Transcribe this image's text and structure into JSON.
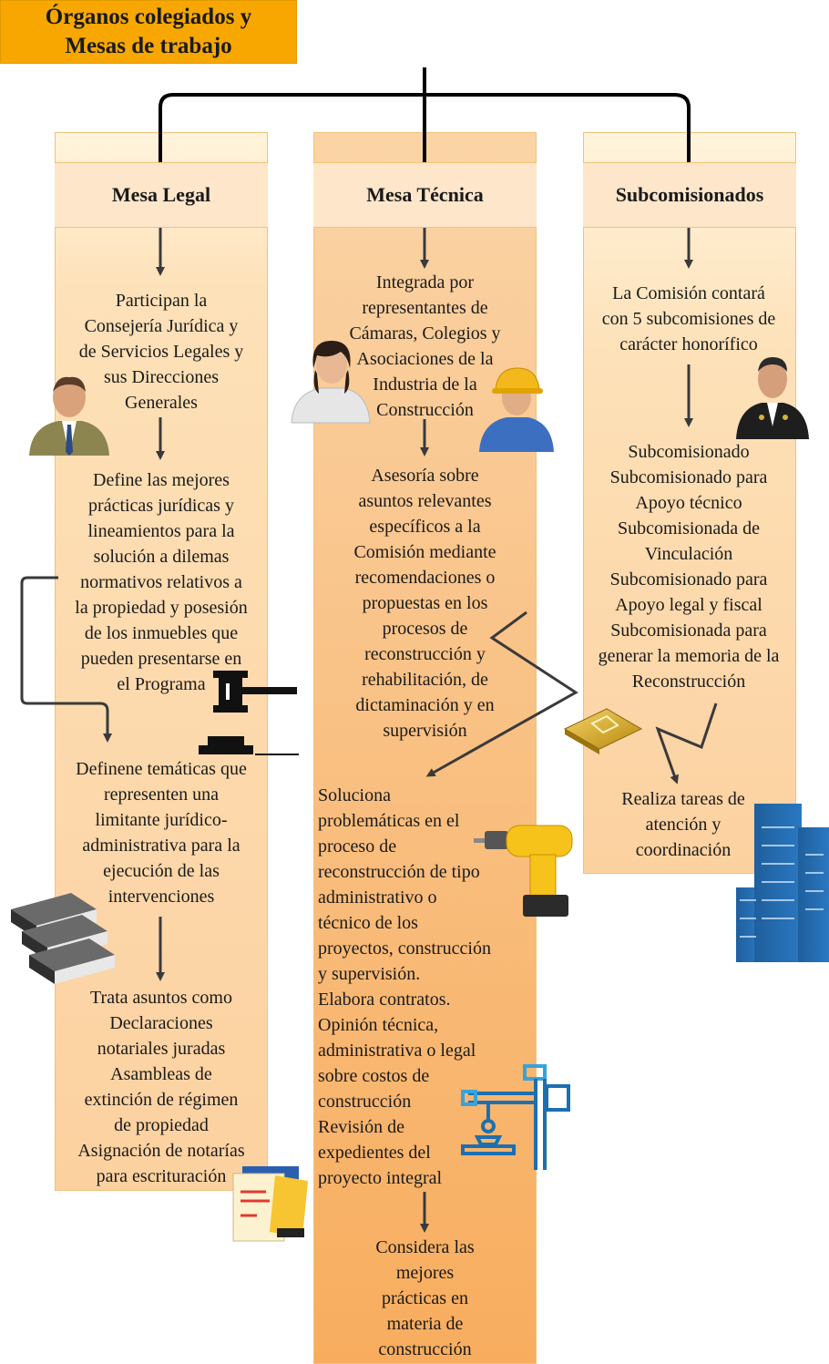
{
  "title": {
    "lines": [
      "Órganos colegiados y",
      "Mesas de trabajo"
    ]
  },
  "columns": {
    "legal": {
      "header": "Mesa Legal",
      "blocks": [
        {
          "lines": [
            "Participan la",
            "Consejería Jurídica y",
            "de Servicios Legales y",
            "sus Direcciones",
            "Generales"
          ]
        },
        {
          "lines": [
            "Define las mejores",
            "prácticas jurídicas y",
            "lineamientos para la",
            "solución a dilemas",
            "normativos relativos a",
            "la propiedad y posesión",
            "de los inmuebles que",
            "pueden presentarse en",
            "el Programa"
          ]
        },
        {
          "lines": [
            "Definene temáticas que",
            "representen una",
            "limitante jurídico-",
            "administrativa para la",
            "ejecución de las",
            "intervenciones"
          ]
        },
        {
          "lines": [
            "Trata asuntos como",
            "Declaraciones",
            "notariales juradas",
            "Asambleas de",
            "extinción de régimen",
            "de propiedad",
            "Asignación de notarías",
            "para escrituración"
          ]
        }
      ]
    },
    "tecnica": {
      "header": "Mesa Técnica",
      "blocks": [
        {
          "lines": [
            "Integrada por",
            "representantes de",
            "Cámaras, Colegios y",
            "Asociaciones de la",
            "Industria de la",
            "Construcción"
          ]
        },
        {
          "lines": [
            "Asesoría sobre",
            "asuntos relevantes",
            "específicos a la",
            "Comisión mediante",
            "recomendaciones o",
            "propuestas en los",
            "procesos de",
            "reconstrucción y",
            "rehabilitación, de",
            "dictaminación y en",
            "supervisión"
          ]
        },
        {
          "lines": [
            "Soluciona",
            "problemáticas en el",
            "proceso de",
            "reconstrucción de tipo",
            "administrativo o",
            "técnico de los",
            "proyectos, construcción",
            "y supervisión.",
            "Elabora contratos.",
            "Opinión técnica,",
            "administrativa o legal",
            "sobre costos de",
            "construcción",
            "Revisión de",
            "expedientes del",
            "proyecto integral"
          ]
        },
        {
          "lines": [
            "Considera las",
            "mejores",
            "prácticas en",
            "materia de",
            "construcción"
          ]
        }
      ]
    },
    "sub": {
      "header": "Subcomisionados",
      "blocks": [
        {
          "lines": [
            "La Comisión contará",
            "con 5 subcomisiones de",
            "carácter honorífico"
          ]
        },
        {
          "lines": [
            "Subcomisionado",
            "Subcomisionado para",
            "Apoyo técnico",
            "Subcomisionada de",
            "Vinculación",
            "Subcomisionado para",
            "Apoyo legal y fiscal",
            "Subcomisionada para",
            "generar la memoria de la",
            "Reconstrucción"
          ]
        },
        {
          "lines": [
            "Realiza tareas de",
            "atención y",
            "coordinación"
          ]
        }
      ]
    }
  },
  "icons": [
    "businessman-icon",
    "businesswoman-icon",
    "worker-woman-icon",
    "officer-icon",
    "gavel-icon",
    "books-icon",
    "documents-icon",
    "drill-icon",
    "crane-blueprint-icon",
    "folder-icon",
    "buildings-icon"
  ],
  "colors": {
    "title_bg": "#f7a700",
    "legal_bg": "#fcd7a3",
    "tecnica_bg": "#f9ba74",
    "sub_bg": "#fcd9a8",
    "header_bg": "#fde4c4"
  }
}
